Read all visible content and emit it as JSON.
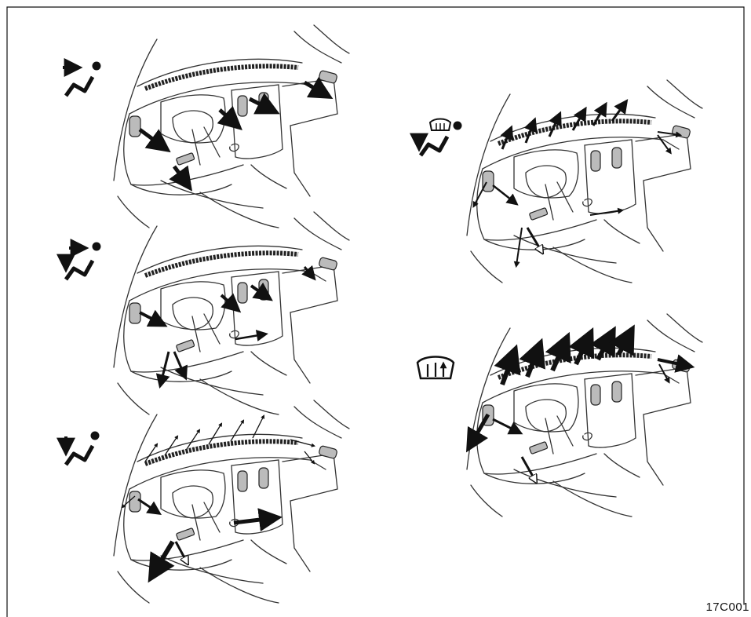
{
  "figure_code": "17C001",
  "modes": [
    {
      "id": "face",
      "icon": "face-mode-icon"
    },
    {
      "id": "bi-level",
      "icon": "bilevel-mode-icon"
    },
    {
      "id": "foot",
      "icon": "foot-mode-icon"
    },
    {
      "id": "foot-defrost",
      "icon": "foot-defrost-mode-icon"
    },
    {
      "id": "defrost",
      "icon": "defrost-mode-icon"
    }
  ]
}
